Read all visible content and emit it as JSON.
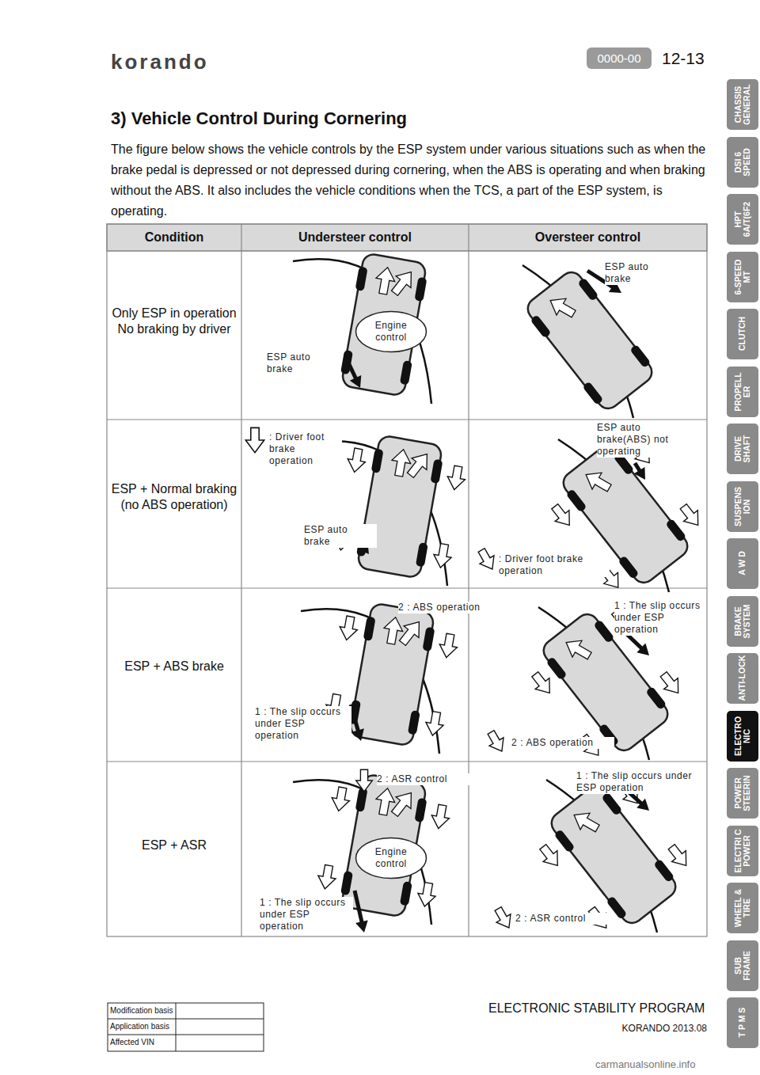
{
  "diagram": {
    "title": "3) Vehicle Control During Cornering",
    "nodes": [
      {
        "text": [
          "0000-00"
        ]
      },
      {
        "text": [
          "CHASSIS GENERAL"
        ]
      },
      {
        "text": [
          "DSI 6 SPEED"
        ]
      },
      {
        "text": [
          "HPT 6A/T(6F2"
        ]
      },
      {
        "text": [
          "6-SPEED MT"
        ]
      },
      {
        "text": [
          "CLUTCH"
        ]
      },
      {
        "text": [
          "PROPELL ER"
        ]
      },
      {
        "text": [
          "DRIVE SHAFT"
        ]
      },
      {
        "text": [
          "SUSPENS ION"
        ]
      },
      {
        "text": [
          "A W D"
        ]
      },
      {
        "text": [
          "BRAKE SYSTEM"
        ]
      },
      {
        "text": [
          "ANTI-LOCK"
        ]
      },
      {
        "text": [
          "ELECTRO NIC"
        ]
      },
      {
        "text": [
          "POWER STEERIN"
        ]
      },
      {
        "text": [
          "ELECTRI C POWER"
        ]
      },
      {
        "text": [
          "WHEEL & TIRE"
        ]
      },
      {
        "text": [
          "SUB FRAME"
        ]
      },
      {
        "text": [
          "T P M S"
        ]
      },
      {
        "text": [
          "Engine control"
        ]
      },
      {
        "text": [
          "Engine control"
        ]
      }
    ],
    "labels": [
      "korando",
      "12-13",
      "The figure below shows the vehicle controls by the ESP system under various situations such as when the brake pedal is depressed or not depressed during cornering, when the ABS is operating and when braking without the ABS. It also includes the vehicle conditions when the TCS, a part of the ESP system, is operating.",
      "Condition",
      "Understeer control",
      "Oversteer control",
      "Only ESP in operation No braking by driver",
      "ESP auto brake",
      "ESP auto brake",
      "ESP + Normal braking (no ABS operation)",
      ": Driver foot brake operation",
      "ESP auto brake",
      "ESP auto brake(ABS) not operating",
      ": Driver foot brake operation",
      "ESP + ABS brake",
      "2 : ABS operation",
      "1 : The slip occurs under ESP operation",
      "1 : The slip occurs under ESP operation",
      "2 : ABS operation",
      "ESP + ASR",
      "2 : ASR control",
      "1 : The slip occurs under ESP operation",
      "1 : The slip occurs under ESP operation",
      "2 : ASR control",
      "ELECTRONIC STABILITY PROGRAM",
      "KORANDO 2013.08",
      "Modification basis",
      "Application basis",
      "Affected VIN",
      "carmanualsonline.info"
    ]
  }
}
